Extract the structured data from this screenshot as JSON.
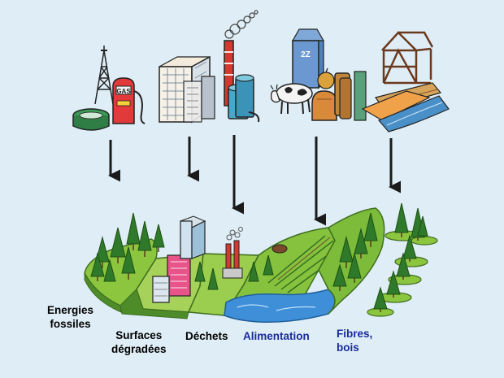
{
  "labels": {
    "energies": {
      "line1": "Energies",
      "line2": "fossiles"
    },
    "surfaces": {
      "line1": "Surfaces",
      "line2": "dégradées"
    },
    "dechets": "Déchets",
    "alimentation": "Alimentation",
    "fibres": {
      "line1": "Fibres,",
      "line2": "bois"
    }
  },
  "icon_text": {
    "pump": "GAS",
    "carton": "2Z"
  },
  "colors": {
    "background": "#dfeef6",
    "land_green": "#8cc63f",
    "land_dark": "#4e8c2a",
    "water": "#3f8fd8",
    "arrow": "#1a1a1a",
    "label_black": "#000000",
    "label_blue": "#1a2a9c"
  }
}
